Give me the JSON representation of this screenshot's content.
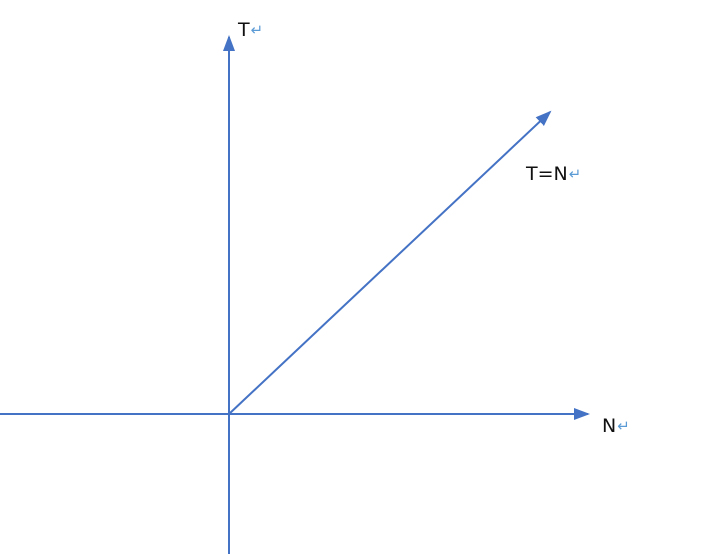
{
  "diagram": {
    "colors": {
      "axis": "#4472C4",
      "label": "#111111",
      "paragraph_mark": "#5B9BD5"
    },
    "labels": {
      "t_axis": "T",
      "n_axis": "N",
      "diagonal": "T=N",
      "paragraph_mark": "↵"
    }
  }
}
